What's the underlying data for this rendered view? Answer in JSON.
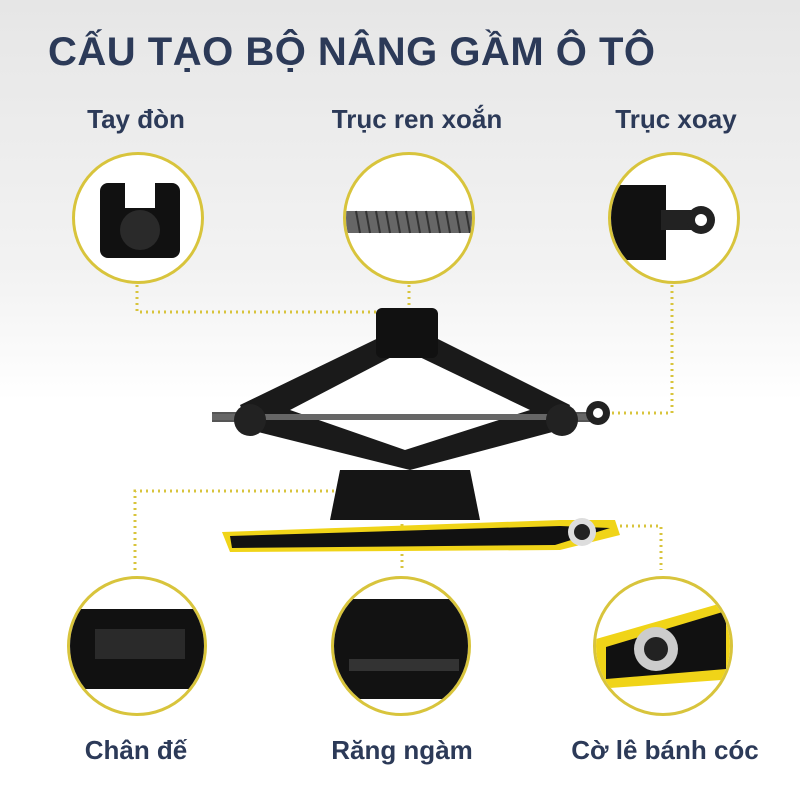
{
  "title": "CẤU TẠO BỘ NÂNG GẦM Ô TÔ",
  "parts": {
    "top": [
      "Tay đòn",
      "Trục ren xoắn",
      "Trục xoay"
    ],
    "bottom": [
      "Chân đế",
      "Răng ngàm",
      "Cờ lê bánh cóc"
    ]
  },
  "colors": {
    "title": "#2c3a58",
    "accent": "#d8c43c",
    "wrench": "#f0d418"
  }
}
